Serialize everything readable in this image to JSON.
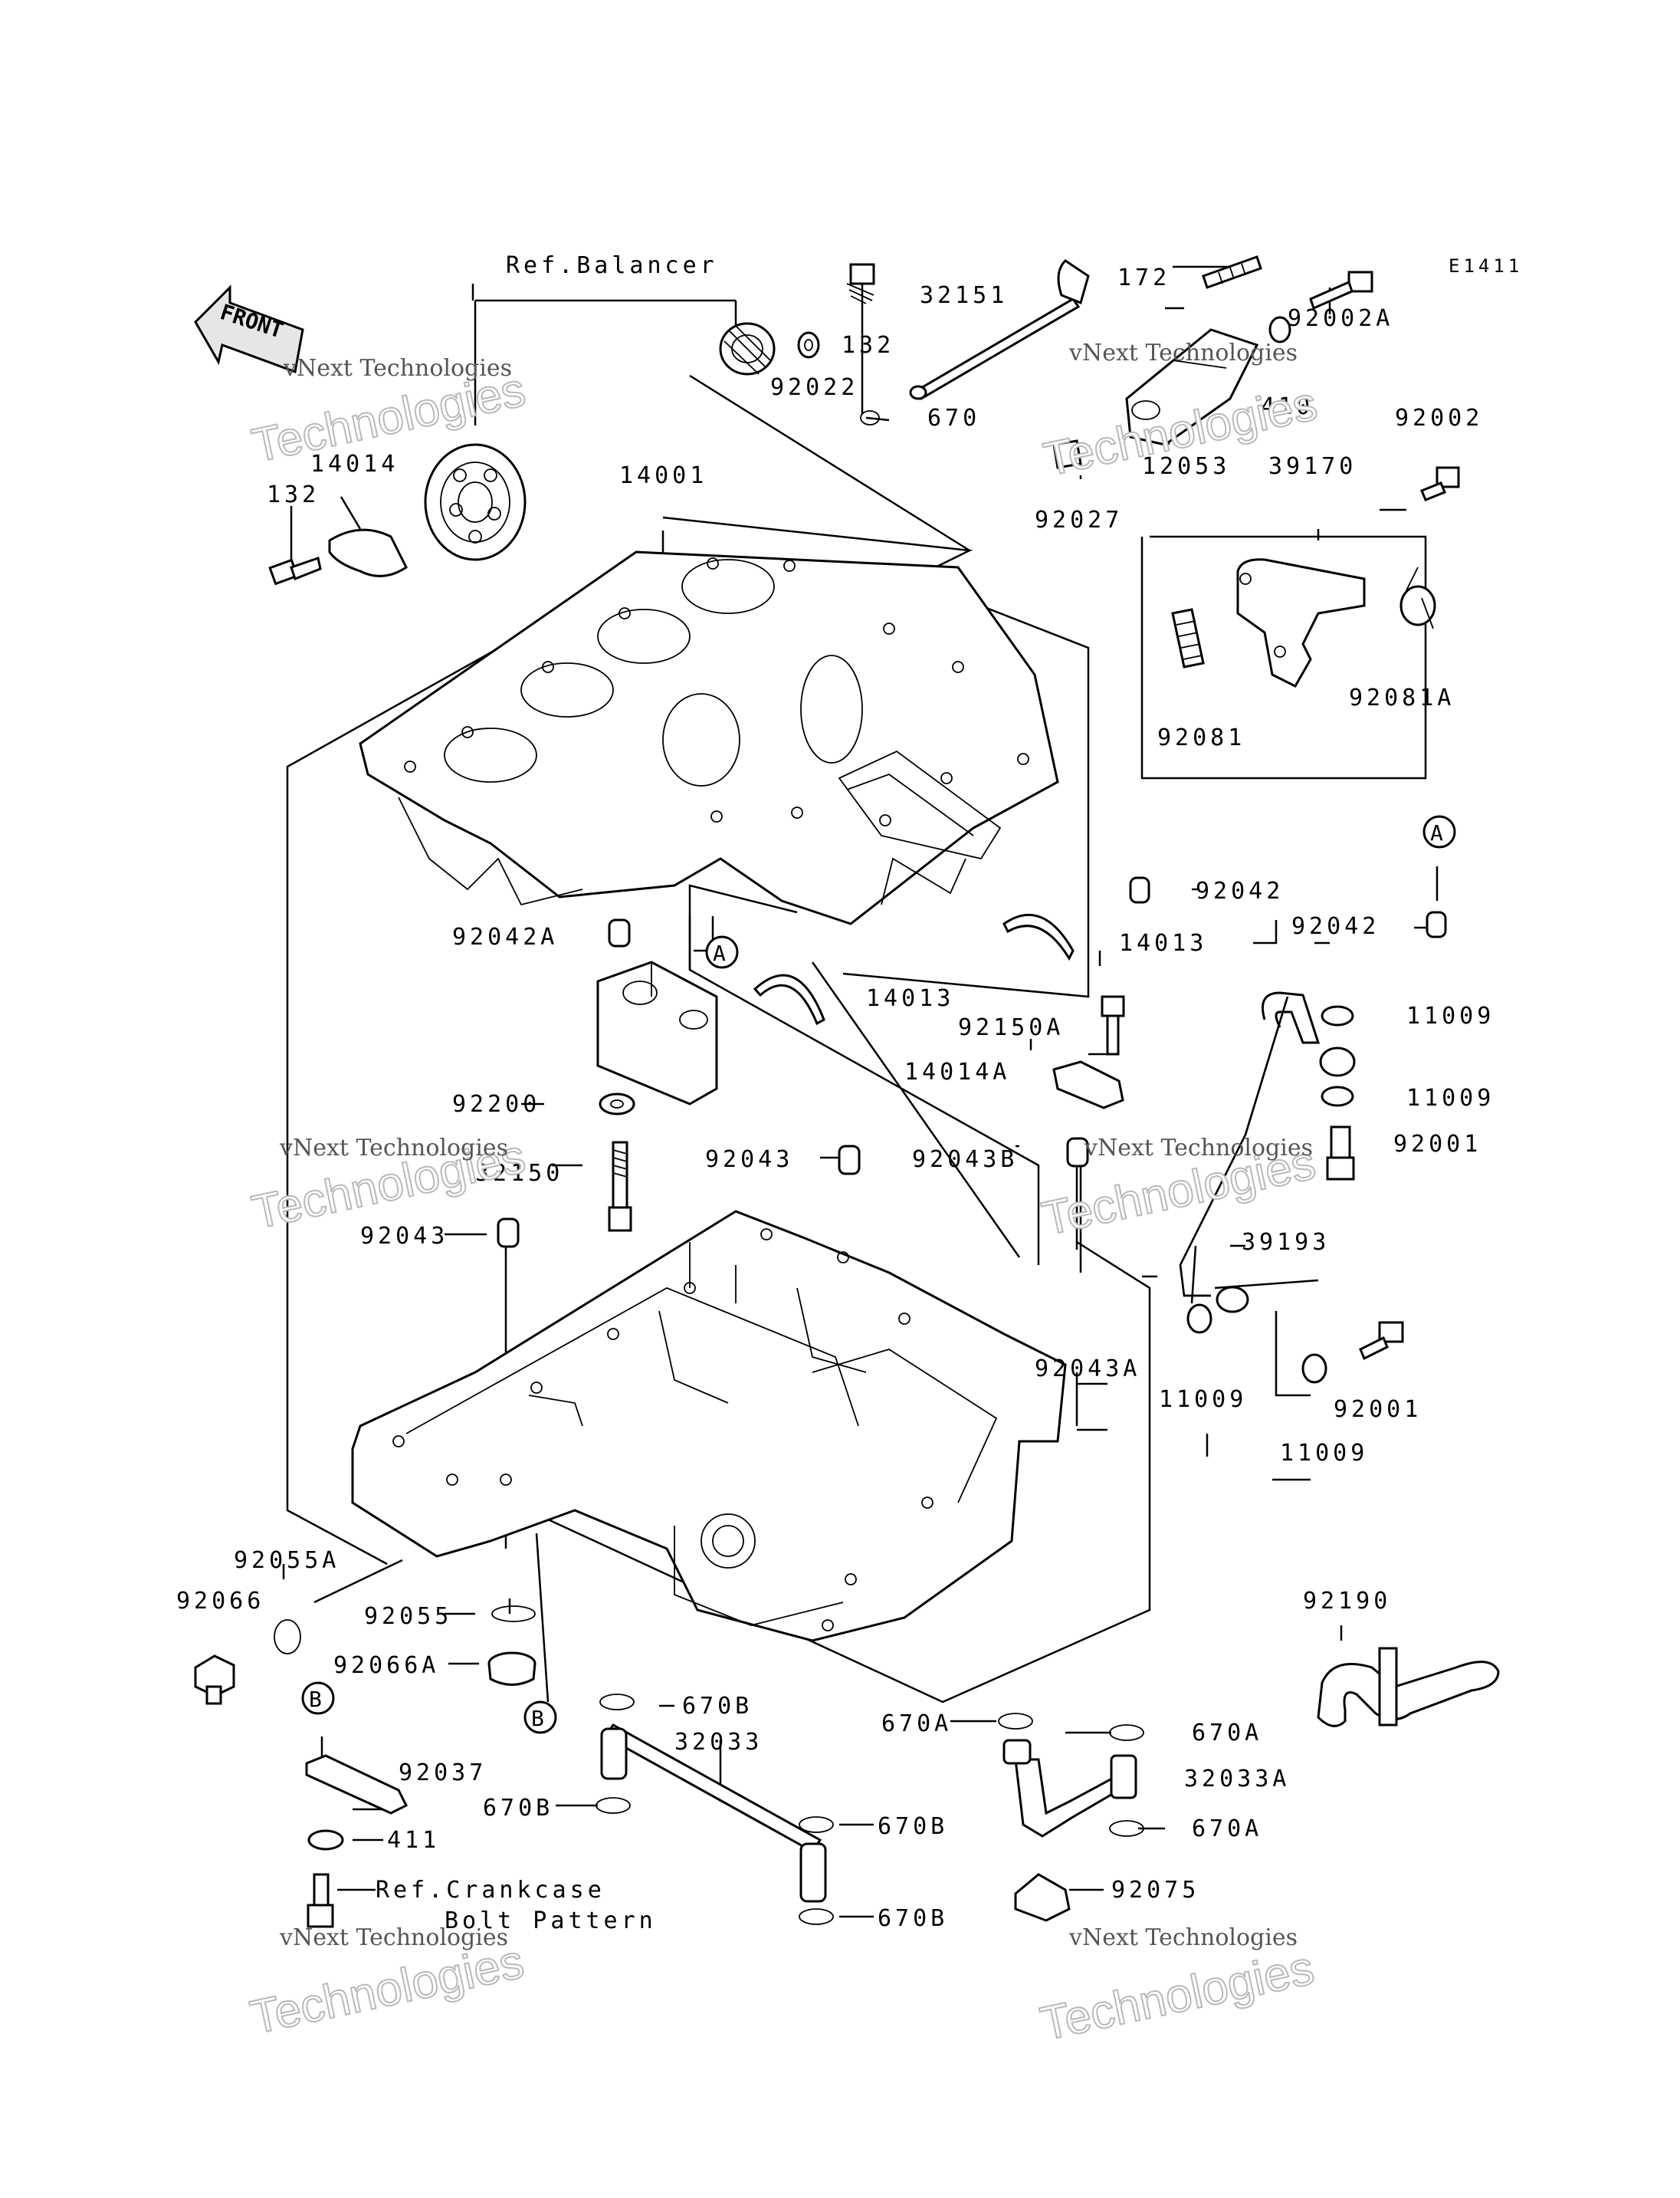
{
  "figure_code": "E1411",
  "front_badge": "FRONT",
  "ref_labels": {
    "balancer": "Ref.Balancer",
    "crankcase_line1": "Ref.Crankcase",
    "crankcase_line2": "Bolt Pattern"
  },
  "callouts": {
    "A": "A",
    "B": "B"
  },
  "watermark": {
    "line1": "vNext Technologies",
    "line2": "Technologies"
  },
  "parts": {
    "p132a": "132",
    "p32151": "32151",
    "p172": "172",
    "p92022": "92022",
    "p670": "670",
    "p132b": "132",
    "p92002A": "92002A",
    "p410": "410",
    "p92002": "92002",
    "p14014": "14014",
    "p14001": "14001",
    "p12053": "12053",
    "p39170": "39170",
    "p92027": "92027",
    "p92081": "92081",
    "p92081A": "92081A",
    "p92042": "92042",
    "p92042b": "92042",
    "p92042A": "92042A",
    "p14013a": "14013",
    "p14013b": "14013",
    "p92150A": "92150A",
    "p11009a": "11009",
    "p14014A": "14014A",
    "p11009b": "11009",
    "p92200": "92200",
    "p92001a": "92001",
    "p92043a": "92043",
    "p92043B": "92043B",
    "p32150": "32150",
    "p92043b": "92043",
    "p39193": "39193",
    "p92043A": "92043A",
    "p11009c": "11009",
    "p92001b": "92001",
    "p11009d": "11009",
    "p92055A": "92055A",
    "p92066": "92066",
    "p92055": "92055",
    "p92190": "92190",
    "p92066A": "92066A",
    "p670Ba": "670B",
    "p670Aa": "670A",
    "p670Ab": "670A",
    "p32033": "32033",
    "p92037": "92037",
    "p32033A": "32033A",
    "p670Bb": "670B",
    "p670Bc": "670B",
    "p670Ac": "670A",
    "p411": "411",
    "p92075": "92075",
    "p670Bd": "670B"
  }
}
